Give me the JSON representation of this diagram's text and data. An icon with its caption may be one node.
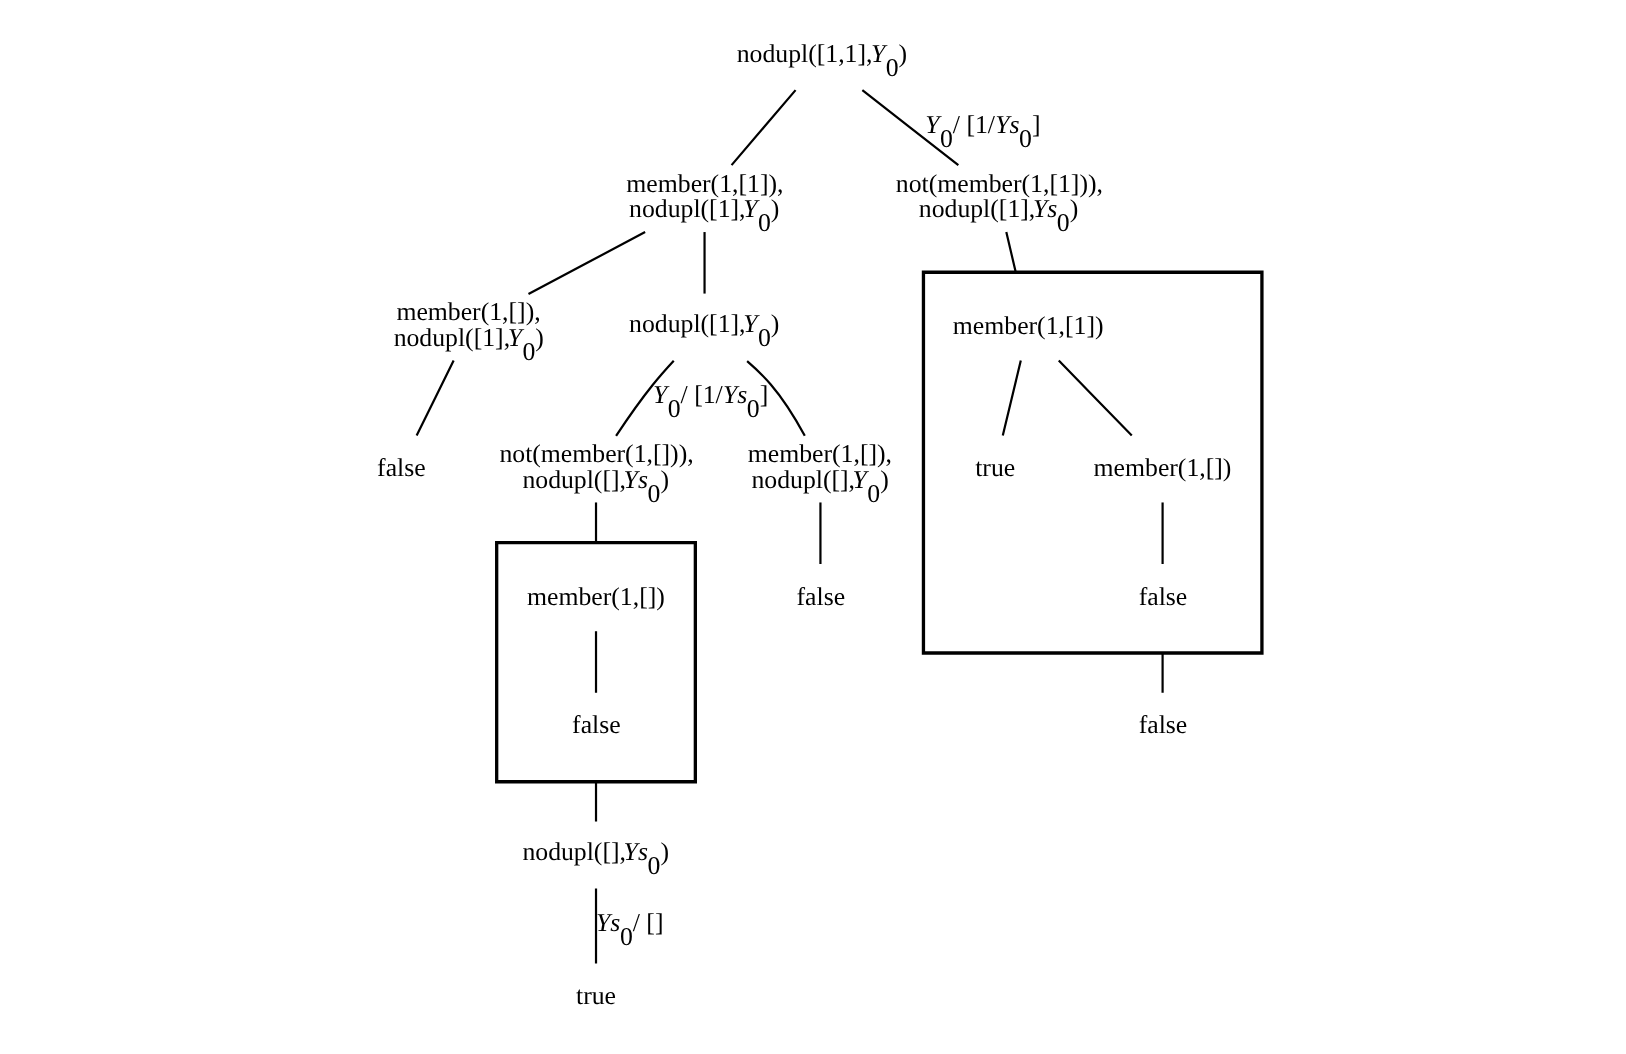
{
  "diagram": {
    "nodes": [
      {
        "text": [
          "nodupl([1,1],*Y*$_{0}$)"
        ]
      },
      {
        "text": [
          "member(1,[1]), nodupl([1],*Y*$_{0}$)"
        ]
      },
      {
        "text": [
          "not(member(1,[1])), nodupl([1],*Ys*$_{0}$)"
        ]
      },
      {
        "text": [
          "nodupl([1],*Y*$_{0}$)"
        ]
      },
      {
        "text": [
          "member(1,[]), nodupl([1],*Y*$_{0}$)"
        ]
      },
      {
        "text": [],
        "shape": "box"
      },
      {
        "text": [
          "member(1,[1])"
        ],
        "in": 5
      },
      {
        "text": [
          "true"
        ],
        "in": 5
      },
      {
        "text": [
          "member(1,[])"
        ],
        "in": 5
      },
      {
        "text": [
          "false"
        ],
        "in": 5
      },
      {
        "text": [
          "false"
        ]
      },
      {
        "text": [
          "member(1,[]), nodupl([],*Y*$_{0}$)"
        ]
      },
      {
        "text": [
          "not(member(1,[])), nodupl([],*Ys*$_{0}$)"
        ]
      },
      {
        "text": [
          "false"
        ]
      },
      {
        "text": [
          "false"
        ]
      },
      {
        "text": [],
        "shape": "box"
      },
      {
        "text": [
          "member(1,[])"
        ],
        "in": 15
      },
      {
        "text": [
          "false"
        ],
        "in": 15
      },
      {
        "text": [
          "nodupl([],*Ys*$_{0}$)"
        ]
      },
      {
        "text": [
          "true"
        ]
      }
    ],
    "edges": [
      {
        "from": 0,
        "to": 1,
        "arrow": "none"
      },
      {
        "from": 0,
        "to": 2,
        "arrow": "none",
        "label": "*Y*$_{0}$/ [1/*Ys*$_{0}$]"
      },
      {
        "from": 1,
        "to": 3,
        "arrow": "none"
      },
      {
        "from": 1,
        "to": 4,
        "arrow": "none"
      },
      {
        "from": 2,
        "to": 5,
        "arrow": "none"
      },
      {
        "from": 6,
        "to": 7,
        "arrow": "none"
      },
      {
        "from": 6,
        "to": 8,
        "arrow": "none"
      },
      {
        "from": 8,
        "to": 9,
        "arrow": "none"
      },
      {
        "from": 5,
        "to": 10,
        "arrow": "none"
      },
      {
        "from": 3,
        "to": 11,
        "arrow": "none"
      },
      {
        "from": 3,
        "to": 12,
        "arrow": "none",
        "label": "*Y*$_{0}$/ [1/*Ys*$_{0}$]"
      },
      {
        "from": 11,
        "to": 13,
        "arrow": "none"
      },
      {
        "from": 4,
        "to": 14,
        "arrow": "none"
      },
      {
        "from": 12,
        "to": 15,
        "arrow": "none"
      },
      {
        "from": 16,
        "to": 17,
        "arrow": "none"
      },
      {
        "from": 15,
        "to": 18,
        "arrow": "none"
      },
      {
        "from": 18,
        "to": 19,
        "arrow": "none",
        "label": "*Ys*$_{0}$/ []"
      }
    ]
  }
}
